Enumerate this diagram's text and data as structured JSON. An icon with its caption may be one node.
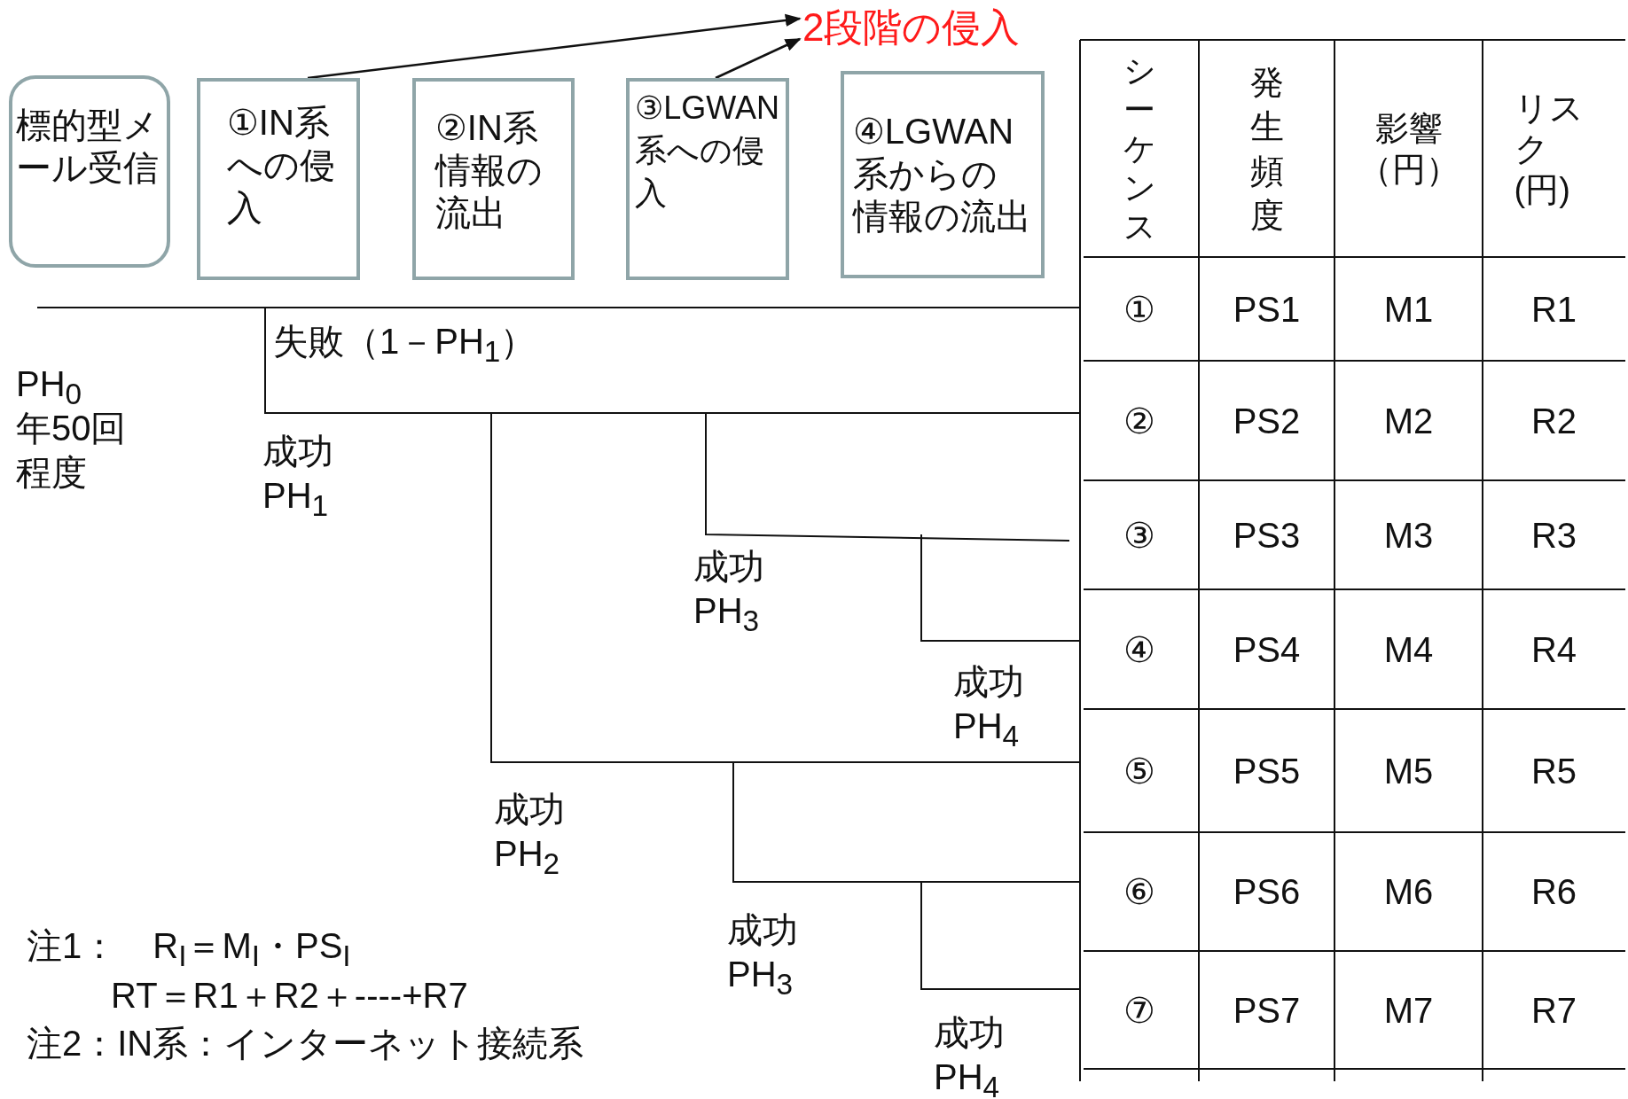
{
  "diagram": {
    "nodes": [
      {
        "text": [
          "標的型メール受信"
        ]
      },
      {
        "text": [
          "①IN系への侵入"
        ]
      },
      {
        "text": [
          "②IN系情報の流出"
        ]
      },
      {
        "text": [
          "③LGWAN系への侵入"
        ]
      },
      {
        "text": [
          "④LGWAN系からの情報の流出"
        ]
      },
      {
        "text": [
          "2段階の侵入"
        ]
      }
    ],
    "edges": [
      {
        "from": 1,
        "to": 5,
        "arrow": "to"
      },
      {
        "from": 3,
        "to": 5,
        "arrow": "to"
      }
    ],
    "labels": [
      "失敗（1－PH$_{1}$）",
      "PH$_{0}$",
      "年50回程度",
      "成功 PH$_{1}$",
      "成功 PH$_{3}$",
      "成功 PH$_{4}$",
      "成功 PH$_{2}$",
      "成功 PH$_{3}$",
      "成功 PH$_{4}$",
      "注1：　R$_{I}$＝M$_{I}$・PS$_{I}$",
      "RT＝R1＋R2＋----+R7",
      "注2：IN系：インターネット接続系",
      "シーケンス",
      "発生頻度",
      "影響（円）",
      "リスク(円)",
      "①",
      "PS1",
      "M1",
      "R1",
      "②",
      "PS2",
      "M2",
      "R2",
      "③",
      "PS3",
      "M3",
      "R3",
      "④",
      "PS4",
      "M4",
      "R4",
      "⑤",
      "PS5",
      "M5",
      "R5",
      "⑥",
      "PS6",
      "M6",
      "R6",
      "⑦",
      "PS7",
      "M7",
      "R7"
    ]
  }
}
